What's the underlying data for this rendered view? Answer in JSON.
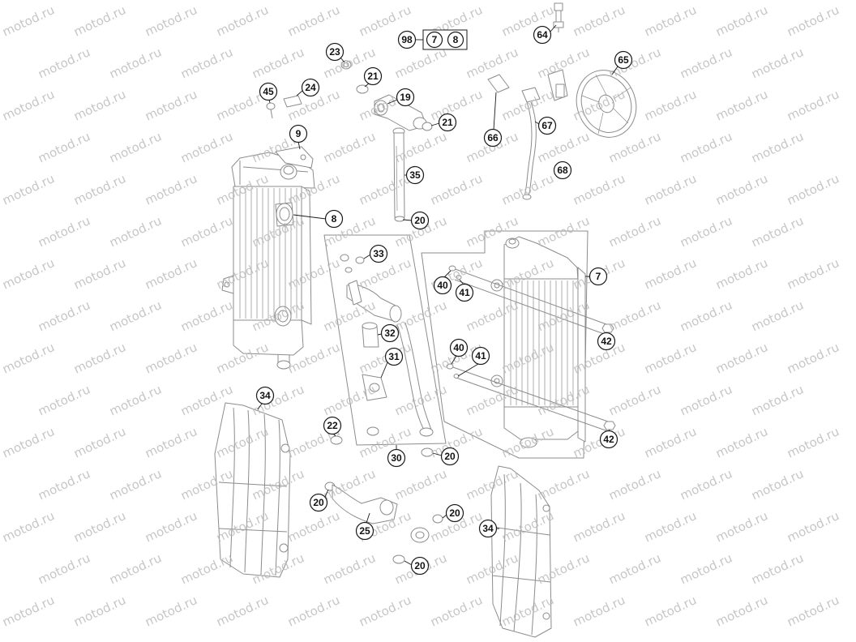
{
  "watermark": {
    "text": "motod.ru",
    "color": "#b9b9b9"
  },
  "kit": {
    "number": "98",
    "contents": [
      "7",
      "8"
    ]
  },
  "callouts": [
    "64",
    "65",
    "23",
    "21",
    "19",
    "45",
    "24",
    "21",
    "66",
    "67",
    "9",
    "35",
    "68",
    "8",
    "20",
    "33",
    "7",
    "40",
    "41",
    "32",
    "42",
    "40",
    "41",
    "31",
    "34",
    "22",
    "42",
    "30",
    "20",
    "20",
    "20",
    "25",
    "34",
    "20"
  ],
  "colors": {
    "line_art": "#8c8c8c",
    "callout_stroke": "#1a1a1a",
    "background": "#ffffff"
  }
}
